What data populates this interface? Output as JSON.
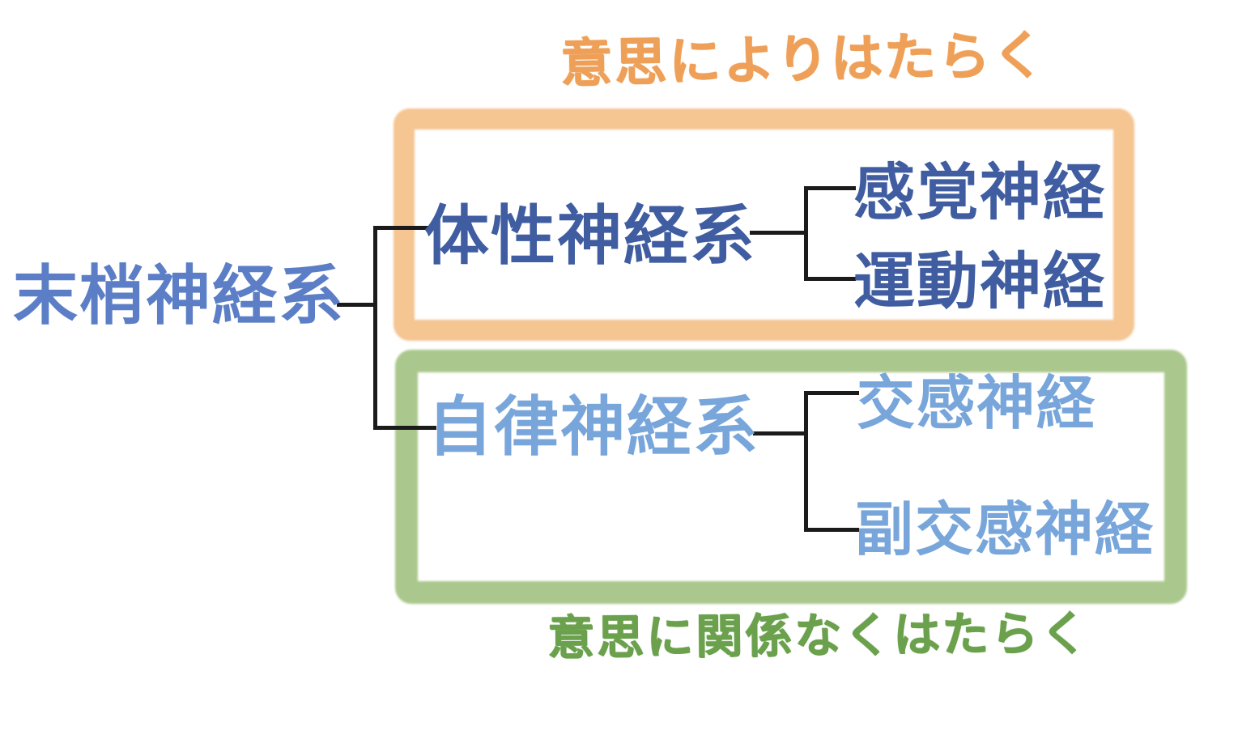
{
  "diagram": {
    "title_note": "peripheral nervous system tree diagram",
    "root": {
      "label": "末梢神経系",
      "color": "#5b7ec6"
    },
    "branches": [
      {
        "label": "体性神経系",
        "label_color": "#3f5da0",
        "box_color": "#f5c592",
        "annotation": "意思によりはたらく",
        "annotation_color": "#efa058",
        "children": [
          {
            "label": "感覚神経",
            "color": "#3f5da0"
          },
          {
            "label": "運動神経",
            "color": "#3f5da0"
          }
        ]
      },
      {
        "label": "自律神経系",
        "label_color": "#78a6db",
        "box_color": "#aac88d",
        "annotation": "意思に関係なくはたらく",
        "annotation_color": "#6ba14d",
        "children": [
          {
            "label": "交感神経",
            "color": "#78a6db"
          },
          {
            "label": "副交感神経",
            "color": "#78a6db"
          }
        ]
      }
    ],
    "connector_color": "#1b1b1b",
    "background_color": "#ffffff"
  }
}
